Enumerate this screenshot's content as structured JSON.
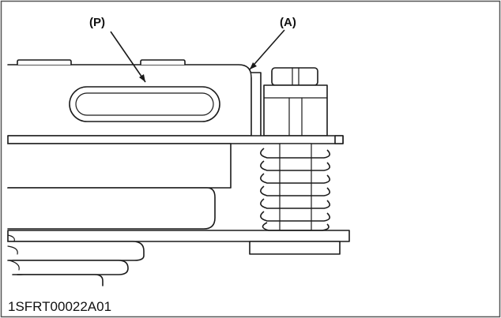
{
  "callouts": {
    "p": "(P)",
    "a": "(A)"
  },
  "figure_id": "1SFRT00022A01",
  "colors": {
    "line": "#1a1a1a",
    "fill": "#ffffff",
    "frame": "#555555"
  }
}
